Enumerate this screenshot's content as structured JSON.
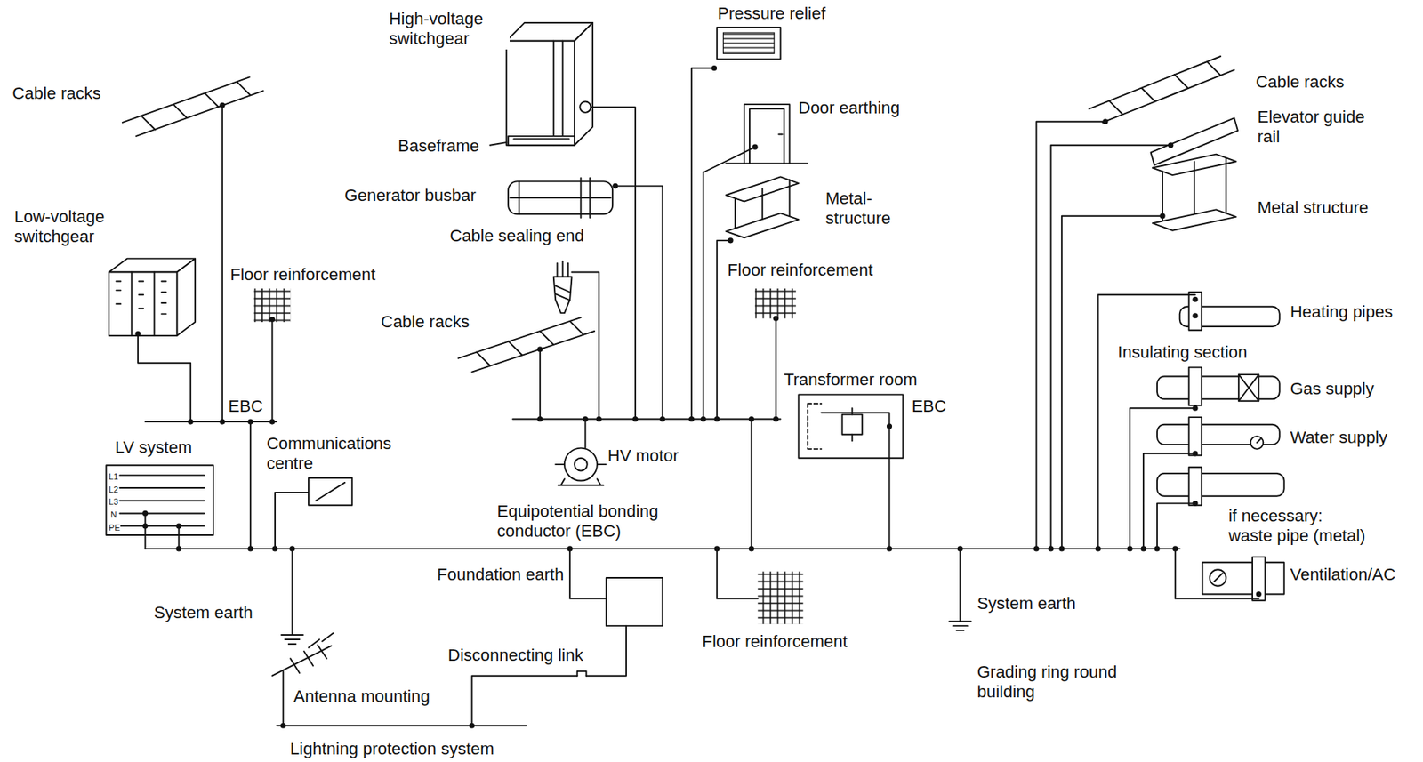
{
  "diagram": {
    "labels": [
      "Cable racks",
      "Low-voltage switchgear",
      "Floor reinforcement",
      "EBC",
      "LV system",
      "L1",
      "L2",
      "L3",
      "N",
      "PE",
      "Communications centre",
      "System earth",
      "High-voltage switchgear",
      "Baseframe",
      "Generator busbar",
      "Cable sealing end",
      "Cable racks",
      "HV motor",
      "Equipotential bonding conductor (EBC)",
      "Foundation earth",
      "Disconnecting link",
      "Antenna mounting",
      "Lightning protection system",
      "Pressure relief",
      "Door earthing",
      "Metal-structure",
      "Floor reinforcement",
      "Transformer room",
      "EBC",
      "Floor reinforcement",
      "System earth",
      "Grading ring round building",
      "Cable racks",
      "Elevator guide rail",
      "Metal structure",
      "Heating pipes",
      "Insulating section",
      "Gas supply",
      "Water supply",
      "if necessary: waste pipe (metal)",
      "Ventilation/AC"
    ]
  }
}
